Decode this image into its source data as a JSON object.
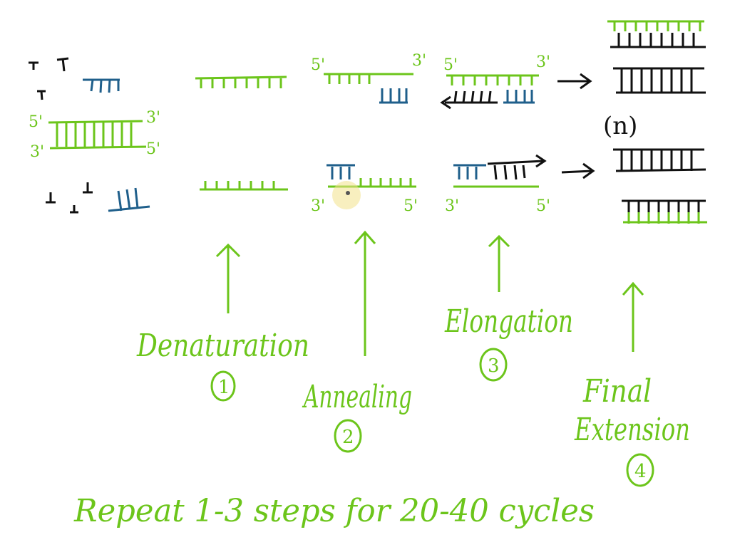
{
  "colors": {
    "green": "#6cc51b",
    "blue": "#1f5f8b",
    "black": "#111111",
    "cursor": "#f3e28a"
  },
  "ends": {
    "five_prime": "5'",
    "three_prime": "3'"
  },
  "cycles_marker": "(n)",
  "stages": [
    {
      "name": "Denaturation",
      "number": "1"
    },
    {
      "name": "Annealing",
      "number": "2"
    },
    {
      "name": "Elongation",
      "number": "3"
    },
    {
      "name": "Final\nExtension",
      "line1": "Final",
      "line2": "Extension",
      "number": "4"
    }
  ],
  "footer": "Repeat 1-3 steps for 20-40 cycles"
}
